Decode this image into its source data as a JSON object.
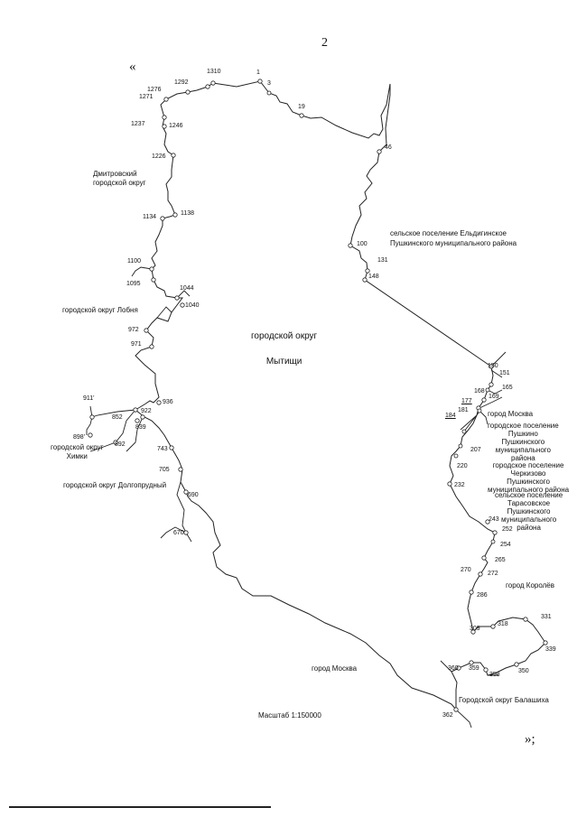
{
  "page": {
    "number": "2",
    "open_quote": "«",
    "close_quote": "»;"
  },
  "areas": {
    "dmitrovsky": "Дмитровский\nгородской округ",
    "lobnya": "городской округ Лобня",
    "mytishchi": "городской округ\n\nМытищи",
    "khimki": "городской округ\nХимки",
    "dolgoprudny": "городской округ Долгопрудный",
    "eldiginskoe": "сельское поселение Ельдигинское\nПушкинского муниципального района",
    "moscow_ne": "город Москва",
    "pushkino": "городское поселение\nПушкино\nПушкинского\nмуниципального\nрайона",
    "cherkizovo": "городское поселение\nЧеркизово\nПушкинского\nмуниципального района",
    "tarasovskoe": "сельское поселение\nТарасовское\nПушкинского\nмуниципального\nрайона",
    "korolev": "город Королёв",
    "moscow_s": "город Москва",
    "balashikha": "Городской округ Балашиха"
  },
  "scale": "Масштаб 1:150000",
  "points": {
    "p1": "1",
    "p3": "3",
    "p19": "19",
    "p46": "46",
    "p100": "100",
    "p131": "131",
    "p148": "148",
    "p150": "150",
    "p151": "151",
    "p165": "165",
    "p168": "168",
    "p169": "169",
    "p177": "177",
    "p181": "181",
    "p184": "184",
    "p207": "207",
    "p220": "220",
    "p232": "232",
    "p243": "243",
    "p252": "252",
    "p254": "254",
    "p265": "265",
    "p270": "270",
    "p272": "272",
    "p286": "286",
    "p309": "309",
    "p318": "318",
    "p331": "331",
    "p339": "339",
    "p350": "350",
    "p358": "358",
    "p359": "359",
    "p360": "360",
    "p362": "362",
    "p1310": "1310",
    "p1292": "1292",
    "p1276": "1276",
    "p1271": "1271",
    "p1237": "1237",
    "p1246": "1246",
    "p1226": "1226",
    "p1134": "1134",
    "p1138": "1138",
    "p1100": "1100",
    "p1095": "1095",
    "p1044": "1044",
    "p1040": "1040",
    "p972": "972",
    "p971": "971",
    "p911": "911'",
    "p936": "936",
    "p922": "922",
    "p852": "852",
    "p839": "839",
    "p898": "898'",
    "p892": "892",
    "p743": "743",
    "p705": "705",
    "p690": "690",
    "p670": "670"
  }
}
